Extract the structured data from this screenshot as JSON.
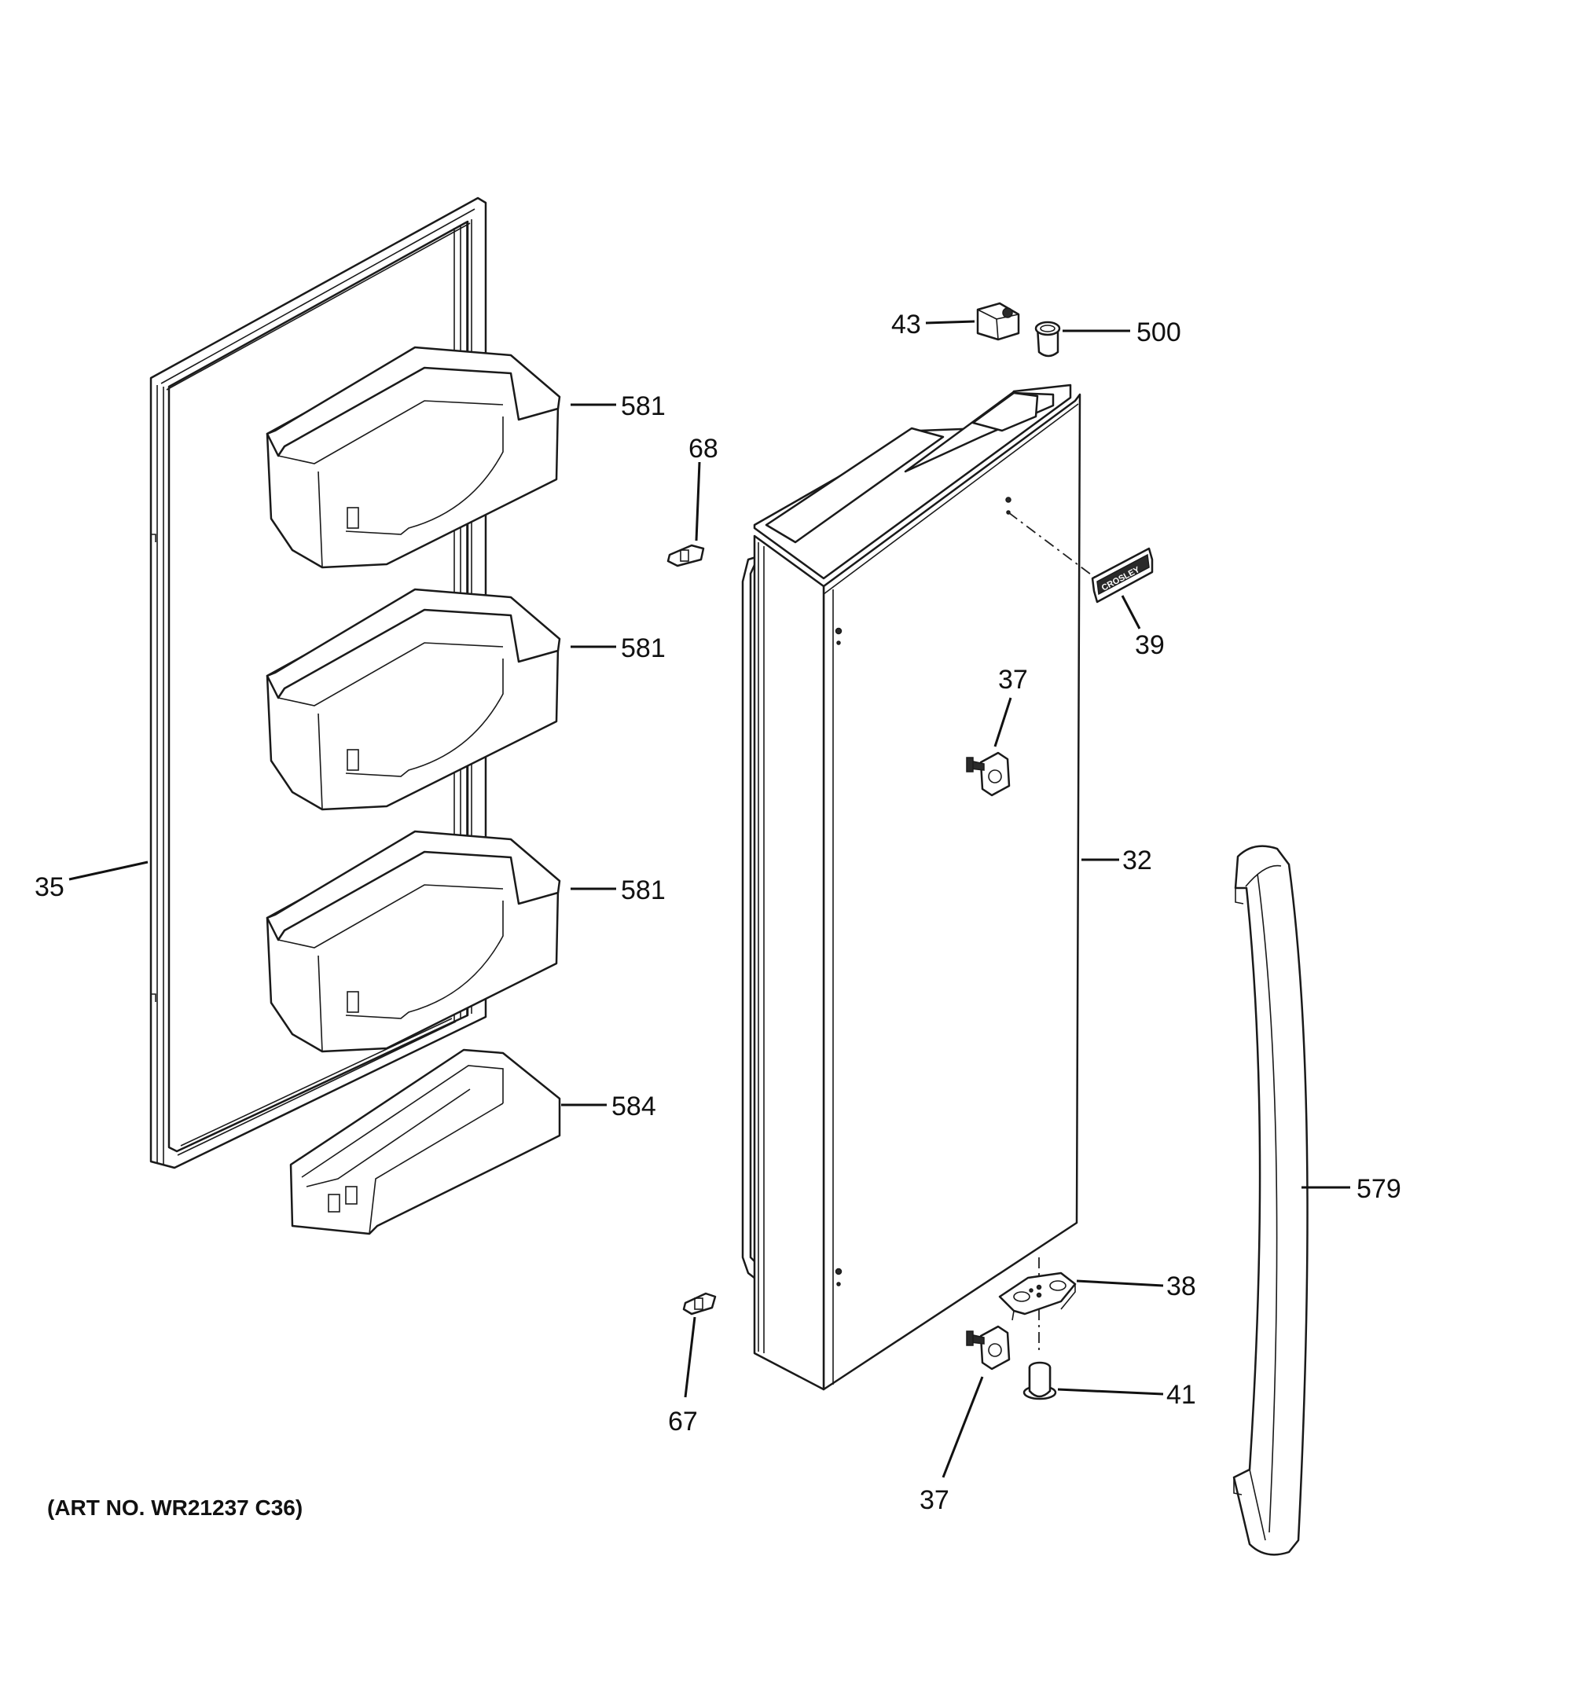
{
  "art_number": "(ART NO. WR21237 C36)",
  "callouts": {
    "gasket": "35",
    "bin_top": "581",
    "bin_middle": "581",
    "bin_bottom": "581",
    "bin_small": "584",
    "clip_top": "68",
    "clip_bottom": "67",
    "door": "32",
    "hinge_cover": "43",
    "bushing_top": "500",
    "badge": "39",
    "stop_upper": "37",
    "stop_lower": "37",
    "hinge_bottom": "38",
    "bushing_bottom": "41",
    "handle": "579"
  },
  "badge_text": "CROSLEY"
}
